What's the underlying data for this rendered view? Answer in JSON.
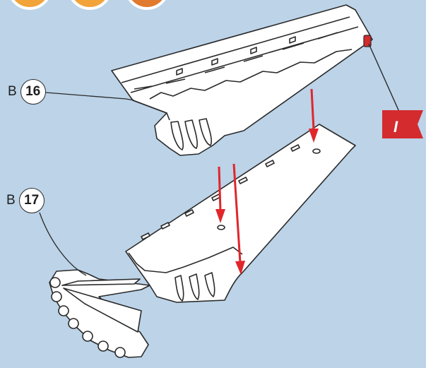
{
  "callouts": [
    {
      "prefix": "B",
      "number": "16"
    },
    {
      "prefix": "B",
      "number": "17"
    }
  ],
  "flag": {
    "label": "I",
    "color": "#d42b2f"
  },
  "colors": {
    "background": "#bcd3e8",
    "part_fill": "#ffffff",
    "outline": "#2a2a2a",
    "arrow": "#e0262b",
    "badge_orange": "#f2a33a"
  },
  "icons": [
    "badge-icon",
    "flag-icon",
    "arrow-icon"
  ]
}
